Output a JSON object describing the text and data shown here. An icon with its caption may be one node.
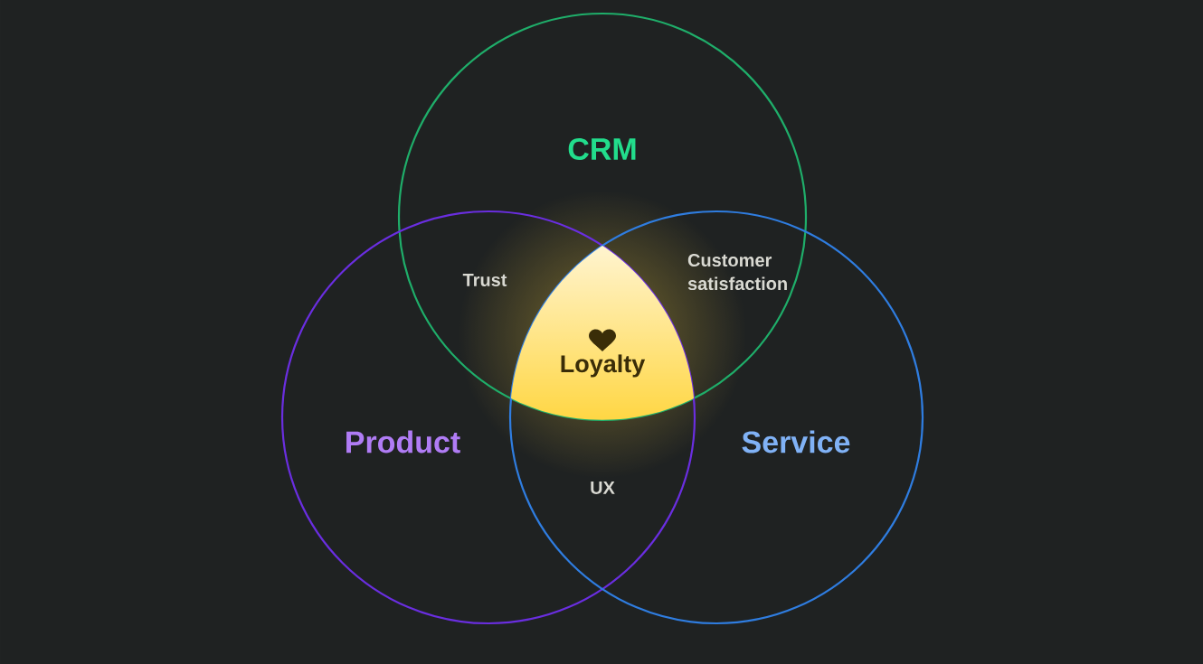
{
  "diagram": {
    "nodes": [
      {
        "text": [
          "CRM"
        ]
      },
      {
        "text": [
          "Product"
        ]
      },
      {
        "text": [
          "Service"
        ]
      },
      {
        "text": [
          "Loyalty"
        ]
      }
    ],
    "labels": [
      "Trust",
      "Customer satisfaction",
      "UX"
    ]
  }
}
